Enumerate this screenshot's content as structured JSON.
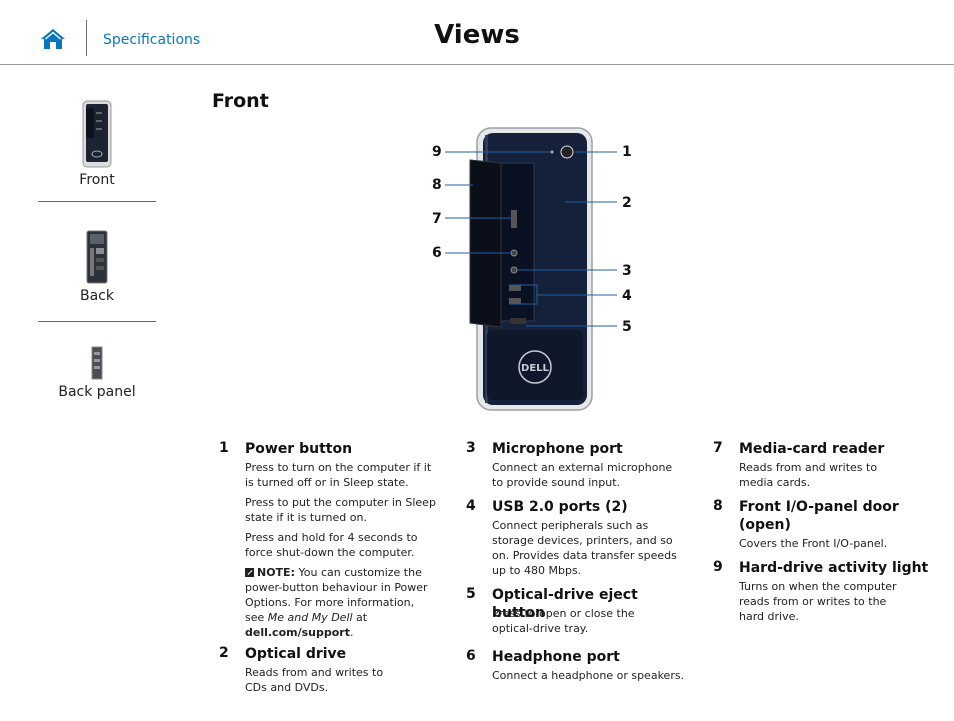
{
  "header": {
    "spec_link": "Specifications",
    "title": "Views"
  },
  "sidebar": {
    "items": [
      {
        "label": "Front"
      },
      {
        "label": "Back"
      },
      {
        "label": "Back panel"
      }
    ]
  },
  "section": {
    "title": "Front"
  },
  "diagram": {
    "brand": "DELL",
    "callouts": [
      "1",
      "2",
      "3",
      "4",
      "5",
      "6",
      "7",
      "8",
      "9"
    ]
  },
  "items": [
    {
      "num": "1",
      "name": "Power button",
      "paragraphs": [
        "Press to turn on the computer if it",
        "is turned off or in Sleep state.",
        "Press to put the computer in Sleep",
        "state if it is turned on.",
        "Press and hold for 4 seconds to",
        "force shut-down the computer."
      ],
      "note": {
        "label": "NOTE:",
        "line1": "You can customize the",
        "line2": "power-button behaviour in Power",
        "line3": "Options. For more information,",
        "line4_pre": "see ",
        "line4_em": "Me and My Dell",
        "line4_post": " at",
        "link": "dell.com/support",
        "link_post": "."
      }
    },
    {
      "num": "2",
      "name": "Optical drive",
      "lines": [
        "Reads from and writes to",
        "CDs and DVDs."
      ]
    },
    {
      "num": "3",
      "name": "Microphone port",
      "lines": [
        "Connect an external microphone",
        "to provide sound input."
      ]
    },
    {
      "num": "4",
      "name": "USB 2.0 ports (2)",
      "lines": [
        "Connect peripherals such as",
        "storage devices, printers, and so",
        "on. Provides data transfer speeds",
        "up to 480 Mbps."
      ]
    },
    {
      "num": "5",
      "name": "Optical-drive eject button",
      "lines": [
        "Press to open or close the",
        "optical-drive tray."
      ]
    },
    {
      "num": "6",
      "name": "Headphone port",
      "lines": [
        "Connect a headphone or speakers."
      ]
    },
    {
      "num": "7",
      "name": "Media-card reader",
      "lines": [
        "Reads from and writes to",
        "media cards."
      ]
    },
    {
      "num": "8",
      "name_lines": [
        "Front I/O-panel door",
        "(open)"
      ],
      "lines": [
        "Covers the Front I/O-panel."
      ]
    },
    {
      "num": "9",
      "name": "Hard-drive activity light",
      "lines": [
        "Turns on when the computer",
        "reads from or writes to the",
        "hard drive."
      ]
    }
  ]
}
